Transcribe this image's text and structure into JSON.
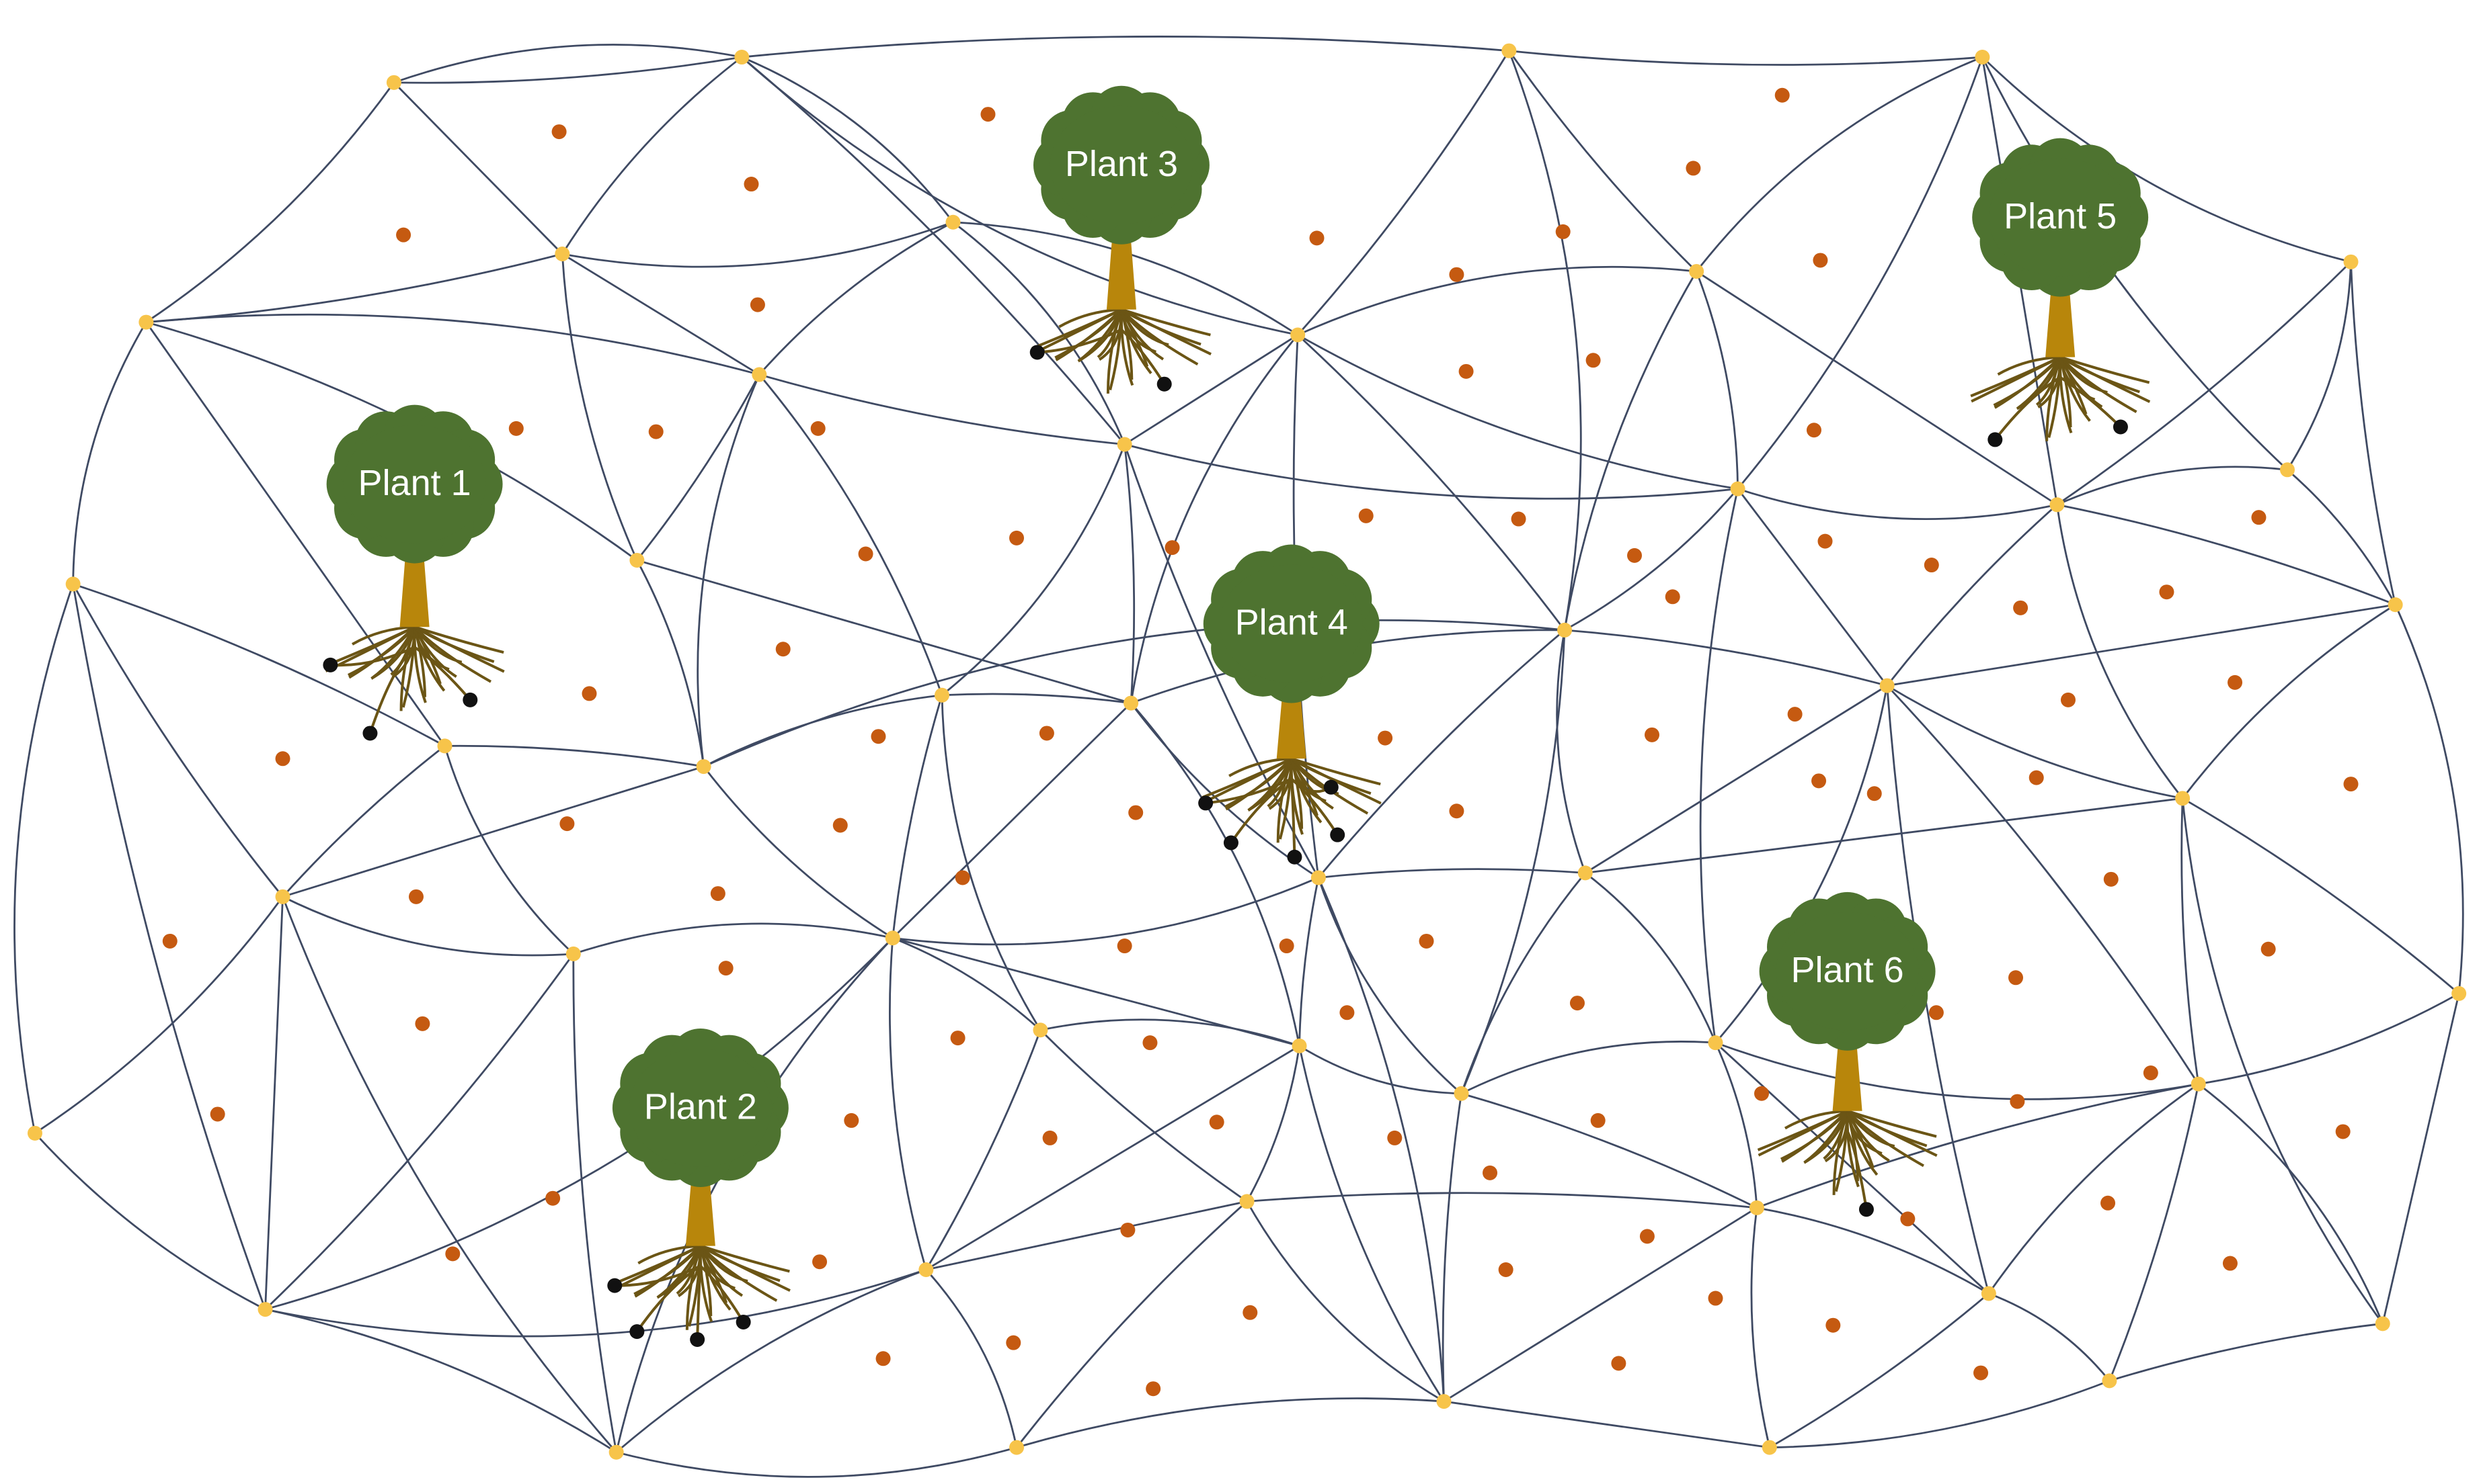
{
  "colors": {
    "background": "#ffffff",
    "network_line": "#3f4a63",
    "hub_node": "#f7c44a",
    "soil_particle": "#c55a11",
    "canopy": "#4e7330",
    "trunk": "#b8860b",
    "roots": "#6b5515",
    "root_tip": "#111111",
    "label_text": "#ffffff"
  },
  "plants": [
    {
      "id": "plant-1",
      "label": "Plant 1"
    },
    {
      "id": "plant-2",
      "label": "Plant 2"
    },
    {
      "id": "plant-3",
      "label": "Plant 3"
    },
    {
      "id": "plant-4",
      "label": "Plant 4"
    },
    {
      "id": "plant-5",
      "label": "Plant 5"
    },
    {
      "id": "plant-6",
      "label": "Plant 6"
    }
  ]
}
